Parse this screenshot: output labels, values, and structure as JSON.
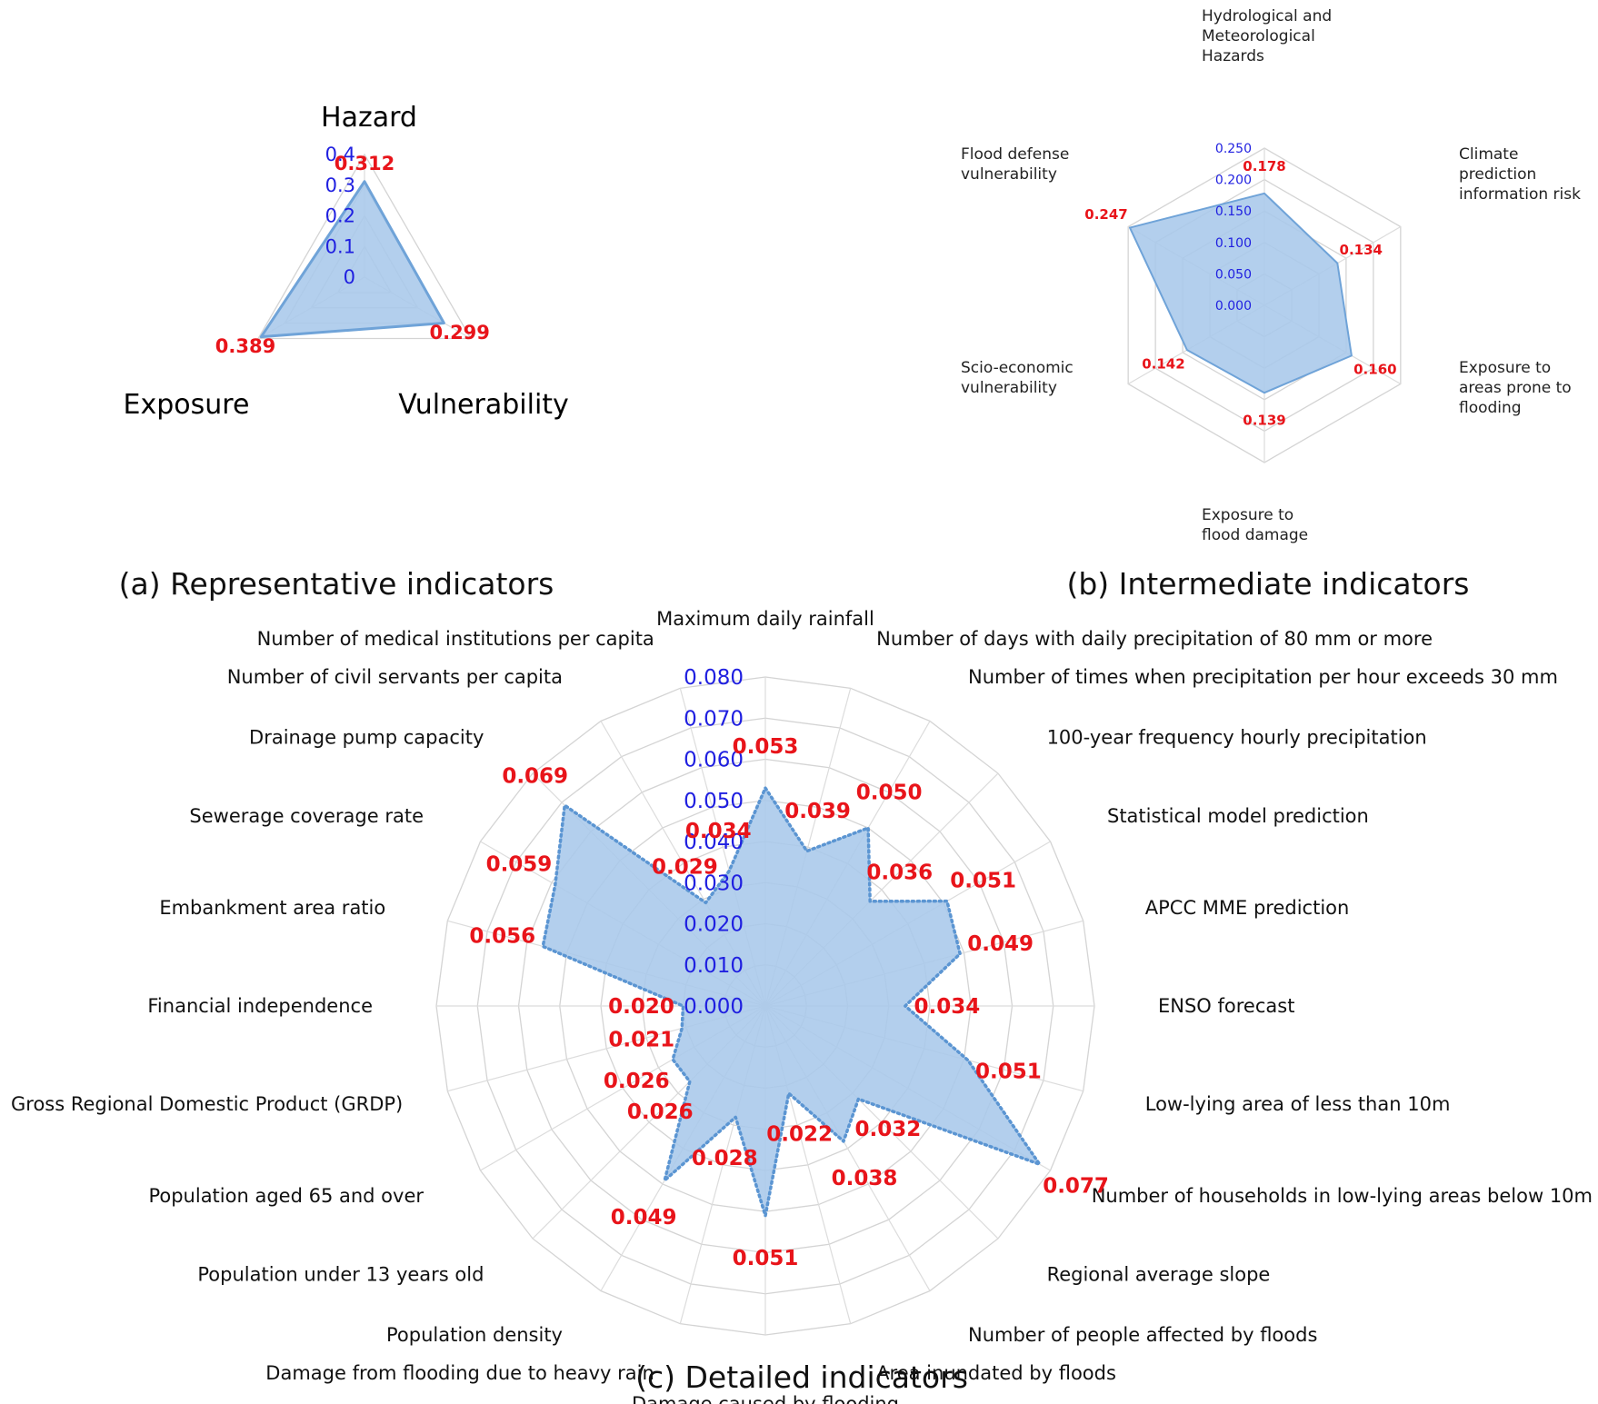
{
  "chart_data": [
    {
      "type": "radar",
      "caption": "(a) Representative indicators",
      "categories": [
        "Hazard",
        "Vulnerability",
        "Exposure"
      ],
      "values": [
        0.312,
        0.299,
        0.389
      ],
      "value_labels": [
        "0.312",
        "0.299",
        "0.389"
      ],
      "ticks": [
        "0",
        "0.1",
        "0.2",
        "0.3",
        "0.4"
      ],
      "rlim": [
        0,
        0.4
      ],
      "fill_color": "#a9c8ea",
      "line_color": "#6fa3d8",
      "line_style": "solid"
    },
    {
      "type": "radar",
      "caption": "(b) Intermediate indicators",
      "categories": [
        [
          "Hydrological and",
          "Meteorological",
          "Hazards"
        ],
        [
          "Climate",
          "prediction",
          "information risk"
        ],
        [
          "Exposure to",
          "areas prone to",
          "flooding"
        ],
        [
          "Exposure to",
          "flood damage"
        ],
        [
          "Scio-economic",
          "vulnerability"
        ],
        [
          "Flood defense",
          "vulnerability"
        ]
      ],
      "values": [
        0.178,
        0.134,
        0.16,
        0.139,
        0.142,
        0.247
      ],
      "value_labels": [
        "0.178",
        "0.134",
        "0.160",
        "0.139",
        "0.142",
        "0.247"
      ],
      "ticks": [
        "0.000",
        "0.050",
        "0.100",
        "0.150",
        "0.200",
        "0.250"
      ],
      "rlim": [
        0,
        0.25
      ],
      "fill_color": "#a9c8ea",
      "line_color": "#6fa3d8",
      "line_style": "solid"
    },
    {
      "type": "radar",
      "caption": "(c) Detailed indicators",
      "categories": [
        "Maximum daily rainfall",
        "Number of days with daily precipitation of 80 mm or more",
        "Number of times when precipitation per hour exceeds 30 mm",
        "100-year frequency hourly precipitation",
        "Statistical model prediction",
        "APCC MME prediction",
        "ENSO forecast",
        "Low-lying area of less than 10m",
        "Number of households in low-lying areas below 10m",
        "Regional average slope",
        "Number of people affected by floods",
        "Area inundated by floods",
        "Damage caused by flooding",
        "Damage from flooding due to heavy rain",
        "Population density",
        "Population under 13 years old",
        "Population aged 65 and over",
        "Gross Regional Domestic Product (GRDP)",
        "Financial independence",
        "Embankment area ratio",
        "Sewerage coverage rate",
        "Drainage pump capacity",
        "Number of civil servants per capita",
        "Number of medical institutions per capita"
      ],
      "values": [
        0.053,
        0.039,
        0.05,
        0.036,
        0.051,
        0.049,
        0.034,
        0.051,
        0.077,
        0.032,
        0.038,
        0.022,
        0.051,
        0.028,
        0.049,
        0.026,
        0.026,
        0.021,
        0.02,
        0.056,
        0.059,
        0.069,
        0.029,
        0.034
      ],
      "value_labels": [
        "0.053",
        "0.039",
        "0.050",
        "0.036",
        "0.051",
        "0.049",
        "0.034",
        "0.051",
        "0.077",
        "0.032",
        "0.038",
        "0.022",
        "0.051",
        "0.028",
        "0.049",
        "0.026",
        "0.026",
        "0.021",
        "0.020",
        "0.056",
        "0.059",
        "0.069",
        "0.029",
        "0.034"
      ],
      "ticks": [
        "0.000",
        "0.010",
        "0.020",
        "0.030",
        "0.040",
        "0.050",
        "0.060",
        "0.070",
        "0.080"
      ],
      "rlim": [
        0,
        0.08
      ],
      "fill_color": "#a9c8ea",
      "line_color": "#5b95d2",
      "line_style": "dotted"
    }
  ]
}
